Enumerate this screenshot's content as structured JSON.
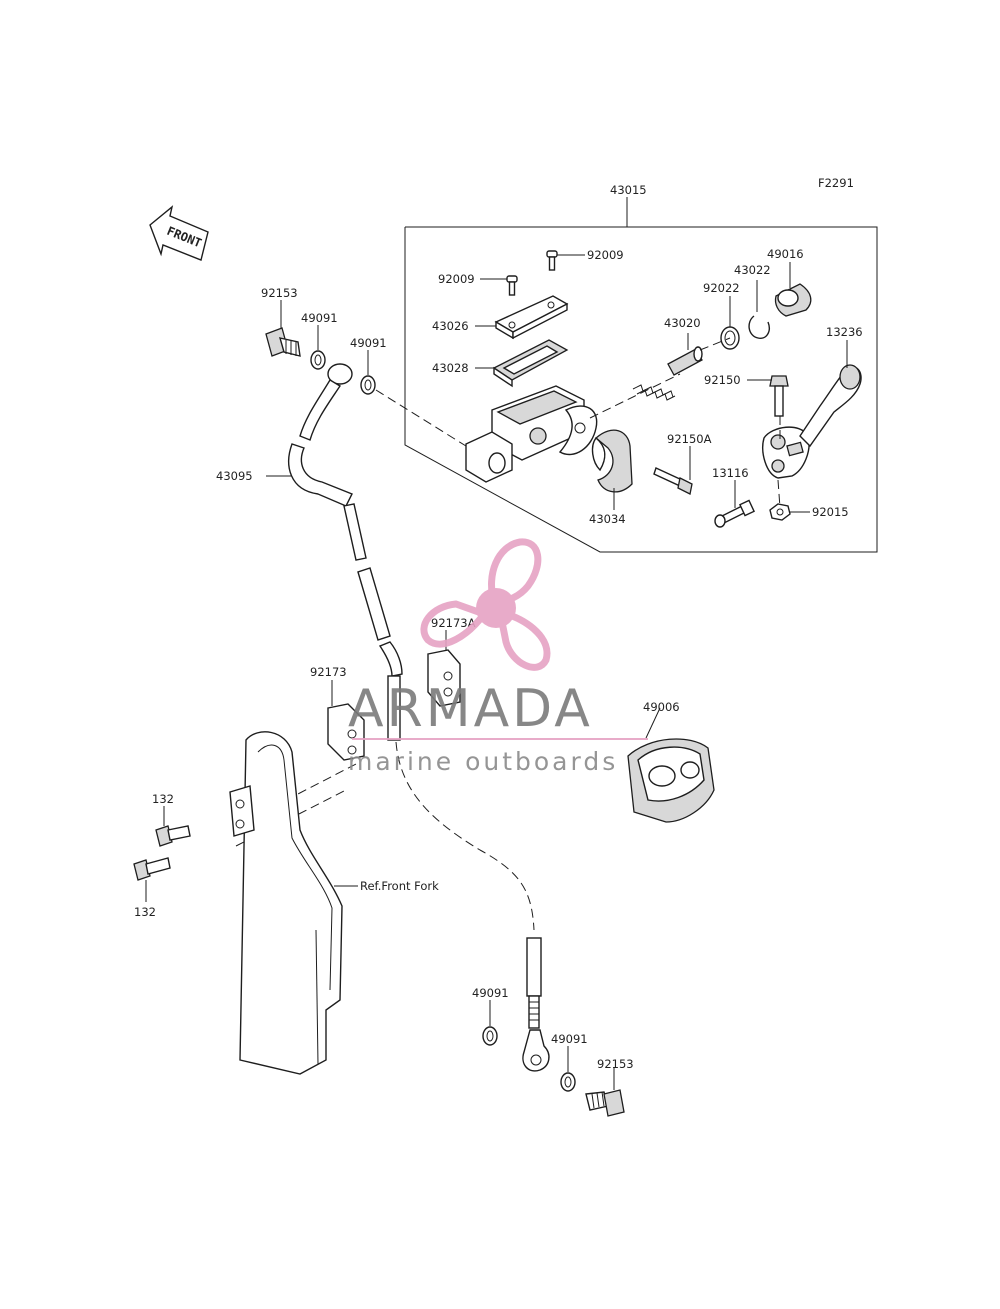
{
  "diagram": {
    "figure_code": "F2291",
    "front_marker": "FRONT",
    "reference_label": "Ref.Front Fork",
    "callouts": {
      "assy": "43015",
      "screw_a": "92009",
      "screw_b": "92009",
      "cap": "43026",
      "diaphragm": "43028",
      "piston": "43020",
      "clamp": "43034",
      "bolt_clamp": "92150A",
      "bolt_lever": "92150",
      "pivot_pin": "13116",
      "nut": "92015",
      "lever": "13236",
      "boot": "49016",
      "circlip_a": "43022",
      "circlip_b": "92022",
      "banjo_top": "92153",
      "washer_top_a": "49091",
      "washer_top_b": "49091",
      "hose": "43095",
      "guide_a": "92173A",
      "guide_b": "92173",
      "caliper": "49006",
      "bolt_fork_a": "132",
      "bolt_fork_b": "132",
      "washer_bot_a": "49091",
      "washer_bot_b": "49091",
      "banjo_bot": "92153"
    }
  },
  "watermark": {
    "brand": "ARMADA",
    "tagline": "marine outboards",
    "accent_color": "#e6a3c4",
    "text_color": "#7b7b7b"
  }
}
